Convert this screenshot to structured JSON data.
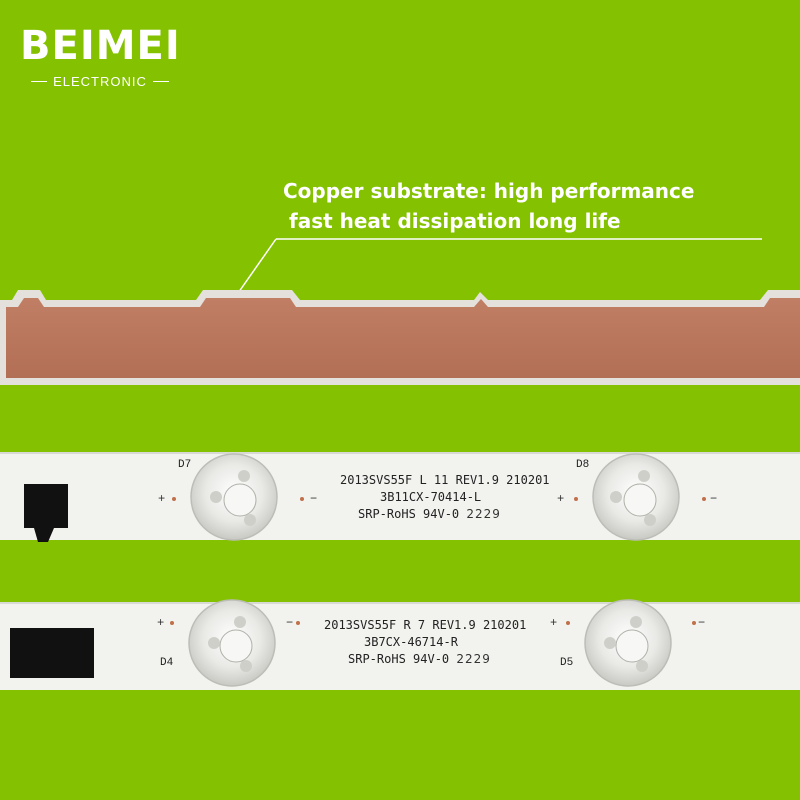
{
  "brand": {
    "name": "BEIMEI",
    "subtitle": "ELECTRONIC"
  },
  "callout": {
    "line1": "Copper substrate: high performance",
    "line2": "fast heat dissipation long life"
  },
  "strip_top": {
    "model": "2013SVS55F L 11 REV1.9 210201",
    "part": "3B11CX-70414-L",
    "cert": "SRP-RoHS 94V-0",
    "code": "2229",
    "led_left": "D7",
    "led_right": "D8"
  },
  "strip_bottom": {
    "model": "2013SVS55F R 7 REV1.9 210201",
    "part": "3B7CX-46714-R",
    "cert": "SRP-RoHS 94V-0",
    "code": "2229",
    "led_left": "D4",
    "led_right": "D5"
  },
  "symbols": {
    "plus": "+",
    "minus": "−"
  },
  "colors": {
    "background": "#84c201",
    "copper": "#b9765d",
    "pcb": "#f2f2ef"
  }
}
